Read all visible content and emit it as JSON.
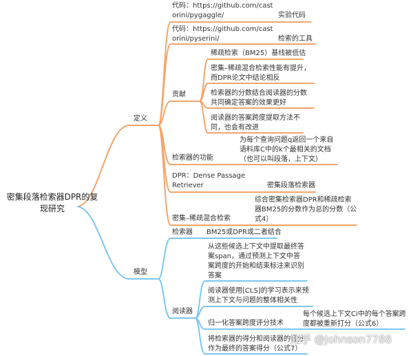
{
  "root": "密集段落检索器DPR的复现研究",
  "definition": {
    "label": "定义",
    "code1": {
      "text": "代码：https://github.com/castorini/pygaggle/",
      "note": "实验代码"
    },
    "code2": {
      "text": "代码：https://github.com/castorini/pyserini/",
      "note": "检索的工具"
    },
    "contribution": {
      "label": "贡献",
      "items": [
        "稀疏检索（BM25）基线被低估",
        "密集–稀疏混合检索性能有提升，而DPR论文中结论相反",
        "检索器的分数结合阅读器的分数共同确定答案的效果更好",
        "阅读器的答案跨度提取方法不同，也会有改进"
      ]
    },
    "retriever_func": {
      "label": "检索器的功能",
      "desc": "为每个查询问题q返回一个来自语料库C中的k个最相关的文档（也可以叫段落，上下文）"
    },
    "dpr": {
      "label": "DPR：Dense Passage Retriever",
      "note": "密集段落检索器"
    },
    "hybrid": {
      "label": "密集–稀疏混合检索",
      "desc": "综合密集检索器DPR和稀疏检索器BM25的分数作为总的分数（公式4）"
    }
  },
  "model": {
    "label": "模型",
    "retriever": {
      "label": "检索器",
      "desc": "BM25或DPR或二者结合"
    },
    "reader": {
      "label": "阅读器",
      "item1": "从这些候选上下文中提取最终答案span，通过预测上下文中答案跨度的开始和结束标注来识别答案",
      "item2": "阅读器使用[CLS]的学习表示来预测上下文与问题的整体相关性",
      "item3": {
        "label": "归一化答案跨度评分技术",
        "desc": "每个候选上下文Ci中的每个答案跨度都被重新打分（公式6）"
      },
      "item4": "将检索器的得分和阅读器的得分作为最终的答案得分（公式7）"
    }
  },
  "watermark": "知乎 @Johnson7788",
  "colors": {
    "orange": "#f4a46b",
    "blue": "#7cc6f2"
  }
}
